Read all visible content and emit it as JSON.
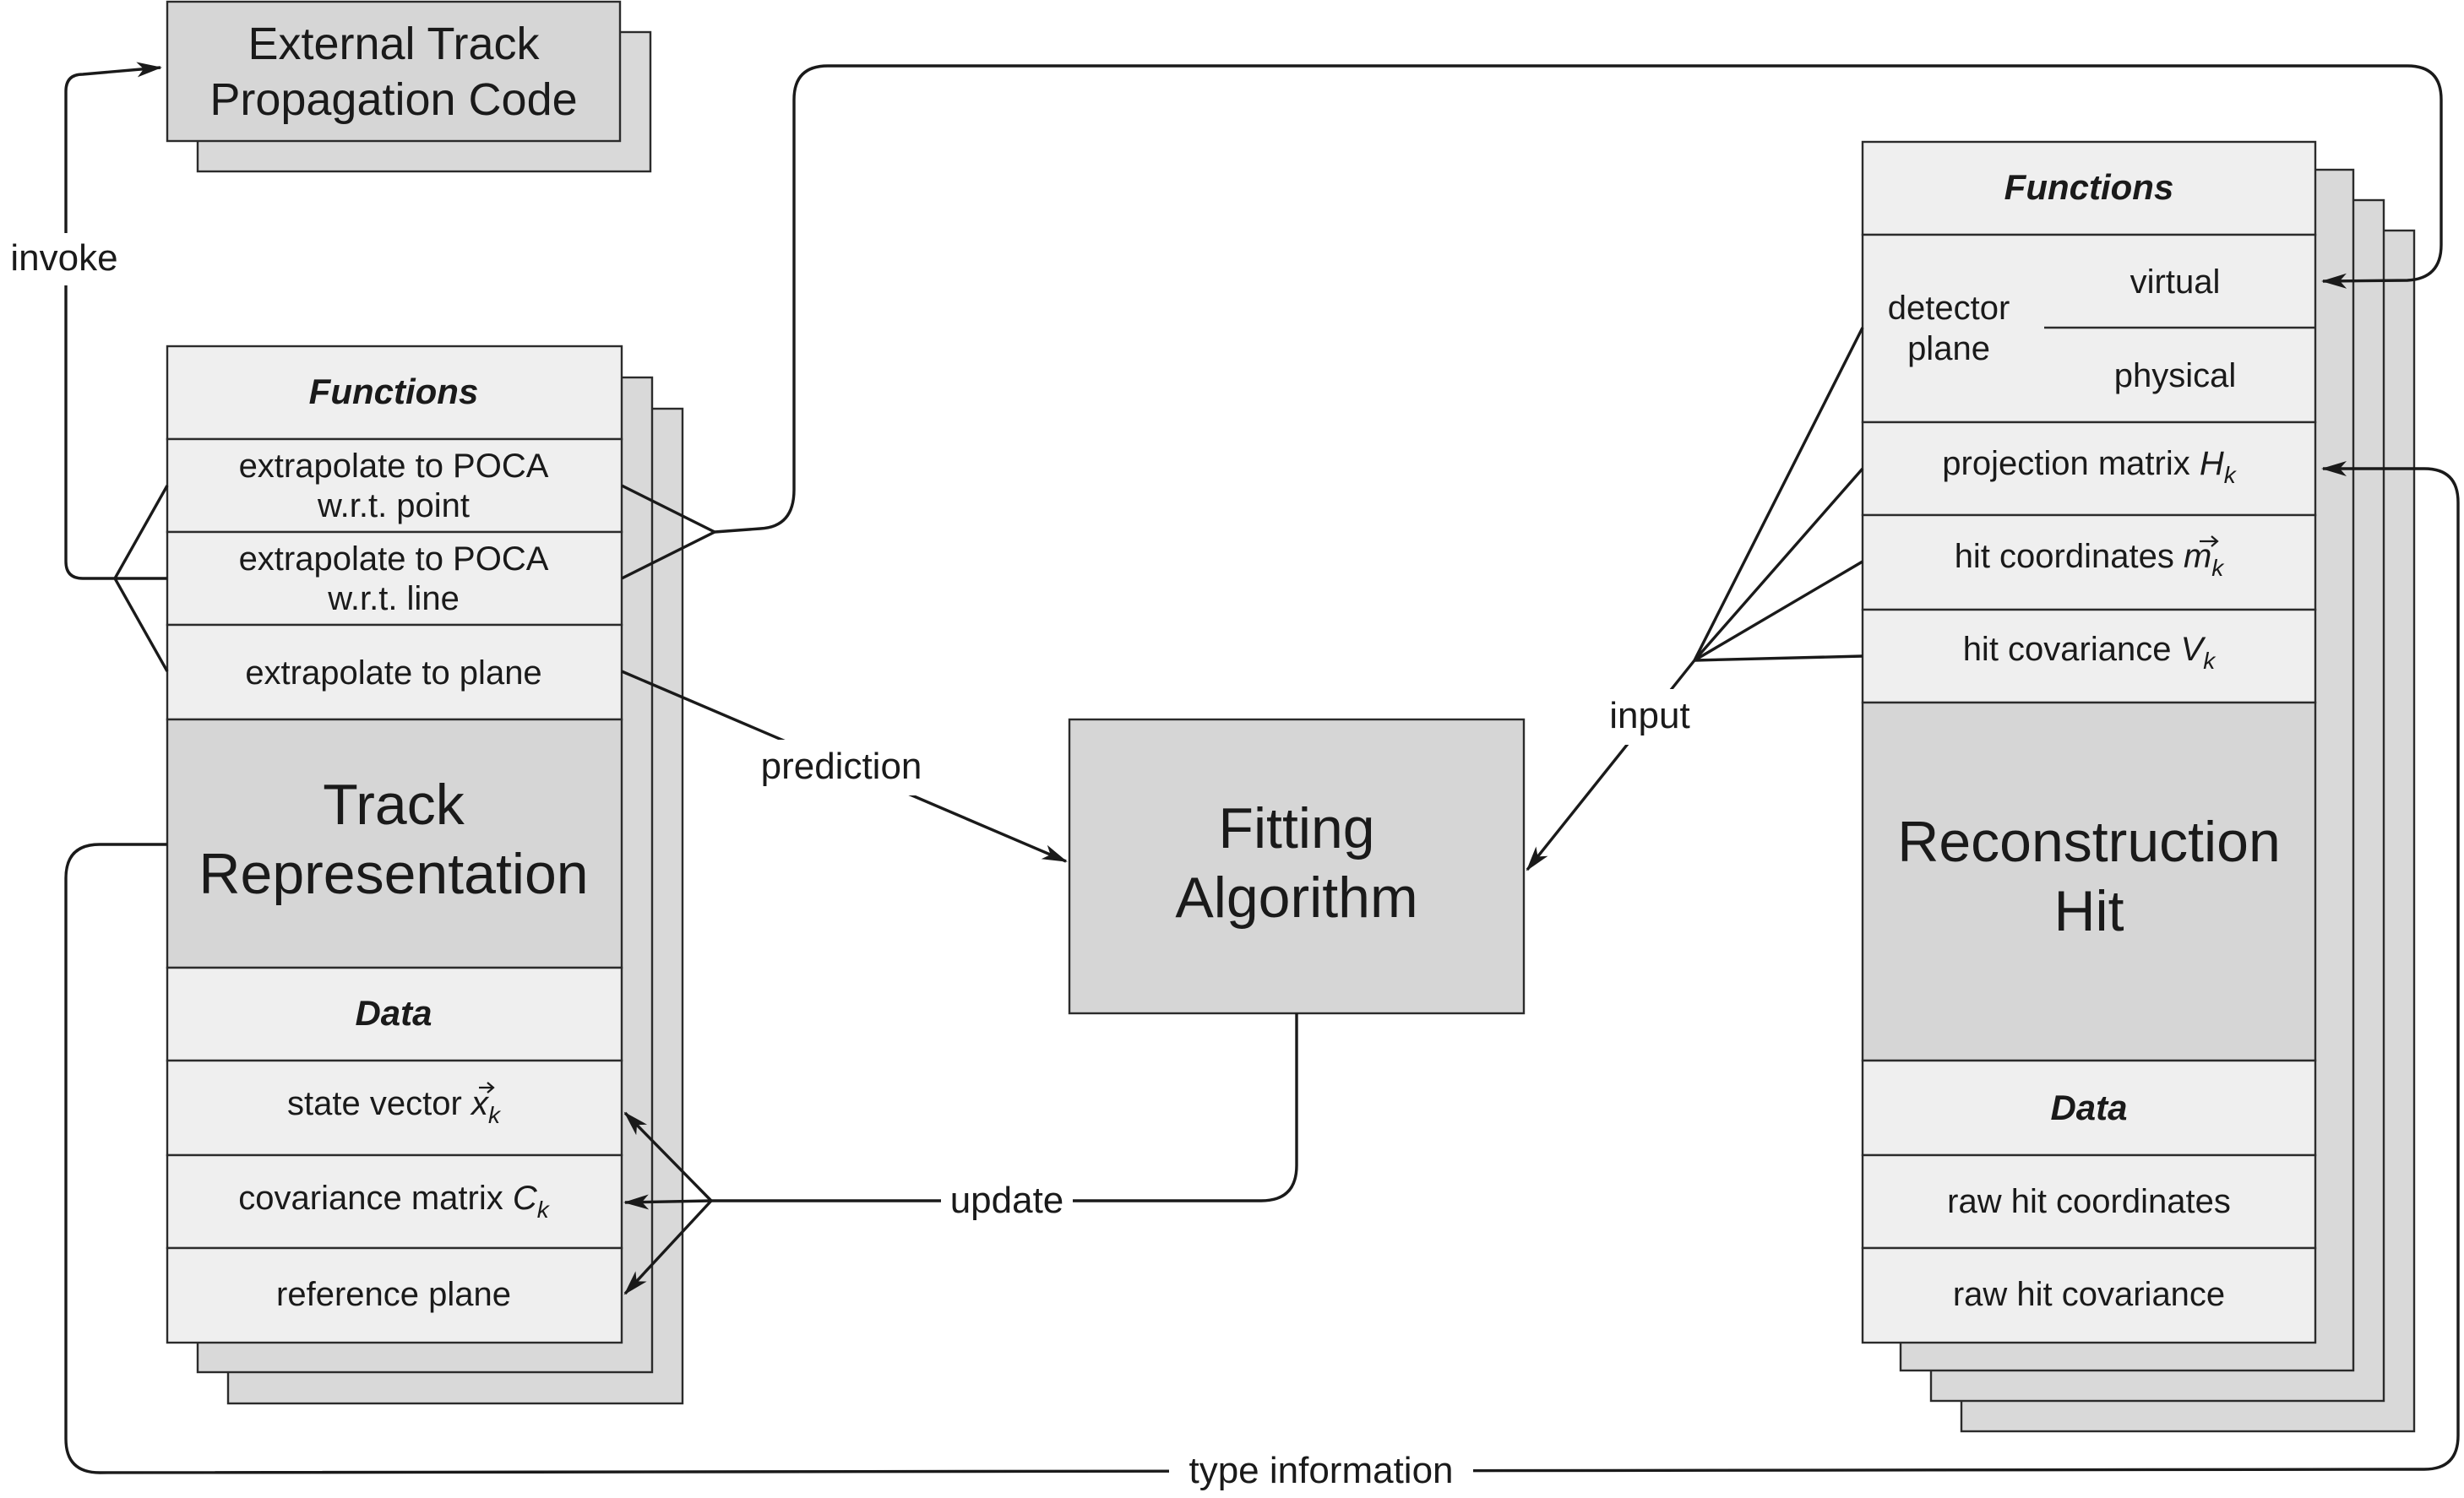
{
  "external_track": {
    "line1": "External Track",
    "line2": "Propagation Code"
  },
  "track_representation": {
    "functions_header": "Functions",
    "poca_point_line1": "extrapolate to POCA",
    "poca_point_line2": "w.r.t. point",
    "poca_line_line1": "extrapolate to POCA",
    "poca_line_line2": "w.r.t. line",
    "to_plane": "extrapolate to plane",
    "title_line1": "Track",
    "title_line2": "Representation",
    "data_header": "Data",
    "state_vector": "state vector",
    "state_vector_symbol": "x",
    "state_vector_sub": "k",
    "covariance_matrix": "covariance matrix",
    "covariance_symbol": "C",
    "covariance_sub": "k",
    "reference_plane": "reference plane"
  },
  "fitting_algorithm": {
    "line1": "Fitting",
    "line2": "Algorithm"
  },
  "reconstruction_hit": {
    "functions_header": "Functions",
    "detector_line1": "detector",
    "detector_line2": "plane",
    "virtual": "virtual",
    "physical": "physical",
    "projection_matrix": "projection matrix",
    "projection_symbol": "H",
    "projection_sub": "k",
    "hit_coordinates": "hit coordinates",
    "hit_coordinates_symbol": "m",
    "hit_coordinates_sub": "k",
    "hit_covariance": "hit covariance",
    "hit_covariance_symbol": "V",
    "hit_covariance_sub": "k",
    "title_line1": "Reconstruction",
    "title_line2": "Hit",
    "data_header": "Data",
    "raw_hit_coordinates": "raw hit coordinates",
    "raw_hit_covariance": "raw hit covariance"
  },
  "edge_labels": {
    "invoke": "invoke",
    "prediction": "prediction",
    "input": "input",
    "update": "update",
    "type_information": "type information"
  }
}
